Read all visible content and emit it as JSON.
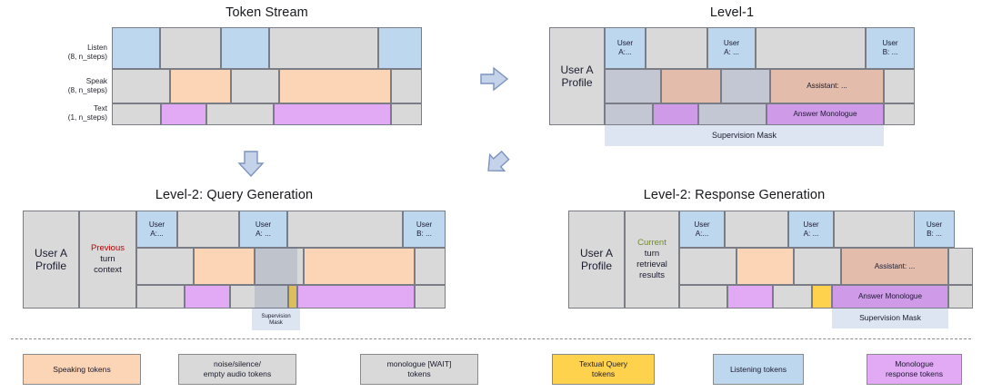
{
  "panels": {
    "token_stream": {
      "title": "Token Stream",
      "rows": [
        {
          "label_line1": "Listen",
          "label_line2": "(8, n_steps)"
        },
        {
          "label_line1": "Speak",
          "label_line2": "(8, n_steps)"
        },
        {
          "label_line1": "Text",
          "label_line2": "(1, n_steps)"
        }
      ],
      "listen_segments": [
        {
          "kind": "listening",
          "text": ""
        },
        {
          "kind": "noise",
          "text": ""
        },
        {
          "kind": "listening",
          "text": ""
        },
        {
          "kind": "noise",
          "text": ""
        },
        {
          "kind": "listening",
          "text": ""
        }
      ],
      "speak_segments": [
        {
          "kind": "noise",
          "text": ""
        },
        {
          "kind": "speaking",
          "text": ""
        },
        {
          "kind": "noise",
          "text": ""
        },
        {
          "kind": "speaking",
          "text": ""
        },
        {
          "kind": "noise",
          "text": ""
        }
      ],
      "text_segments": [
        {
          "kind": "wait",
          "text": ""
        },
        {
          "kind": "monologue",
          "text": ""
        },
        {
          "kind": "wait",
          "text": ""
        },
        {
          "kind": "monologue",
          "text": ""
        },
        {
          "kind": "wait",
          "text": ""
        }
      ]
    },
    "level1": {
      "title": "Level-1",
      "profile_label": "User A\nProfile",
      "listen_segments": [
        {
          "kind": "listening",
          "text": "User\nA:..."
        },
        {
          "kind": "noise",
          "text": ""
        },
        {
          "kind": "listening",
          "text": "User\nA: ..."
        },
        {
          "kind": "noise",
          "text": ""
        },
        {
          "kind": "listening",
          "text": "User\nB: ..."
        }
      ],
      "speak_segments": [
        {
          "kind": "noise-mask",
          "text": ""
        },
        {
          "kind": "speaking-mask",
          "text": ""
        },
        {
          "kind": "noise-mask",
          "text": ""
        },
        {
          "kind": "speaking-mask",
          "text": "Assistant: ..."
        },
        {
          "kind": "noise",
          "text": ""
        }
      ],
      "text_segments": [
        {
          "kind": "wait-mask",
          "text": ""
        },
        {
          "kind": "monologue-mask",
          "text": ""
        },
        {
          "kind": "wait-mask",
          "text": ""
        },
        {
          "kind": "monologue-mask",
          "text": "Answer Monologue"
        },
        {
          "kind": "wait",
          "text": ""
        }
      ],
      "mask_label": "Supervision Mask"
    },
    "level2_query": {
      "title": "Level-2: Query Generation",
      "profile_label": "User A\nProfile",
      "context_label_highlight": "Previous",
      "context_label_rest": "turn\ncontext",
      "listen_segments": [
        {
          "kind": "listening",
          "text": "User\nA:..."
        },
        {
          "kind": "noise",
          "text": ""
        },
        {
          "kind": "listening",
          "text": "User\nA: ..."
        },
        {
          "kind": "noise",
          "text": ""
        },
        {
          "kind": "listening",
          "text": "User\nB: ..."
        }
      ],
      "speak_segments": [
        {
          "kind": "noise",
          "text": ""
        },
        {
          "kind": "speaking",
          "text": ""
        },
        {
          "kind": "noise-mask",
          "text": ""
        },
        {
          "kind": "speaking",
          "text": ""
        },
        {
          "kind": "noise",
          "text": ""
        }
      ],
      "text_segments": [
        {
          "kind": "wait",
          "text": ""
        },
        {
          "kind": "monologue",
          "text": ""
        },
        {
          "kind": "wait",
          "text": ""
        },
        {
          "kind": "wait-mask",
          "text": ""
        },
        {
          "kind": "query",
          "text": ""
        },
        {
          "kind": "monologue",
          "text": ""
        },
        {
          "kind": "wait",
          "text": ""
        }
      ],
      "mask_label": "Supervision\nMask"
    },
    "level2_response": {
      "title": "Level-2: Response Generation",
      "profile_label": "User A\nProfile",
      "context_label_highlight": "Current",
      "context_label_rest": "turn\nretrieval\nresults",
      "listen_segments": [
        {
          "kind": "listening",
          "text": "User\nA:..."
        },
        {
          "kind": "noise",
          "text": ""
        },
        {
          "kind": "listening",
          "text": "User\nA: ..."
        },
        {
          "kind": "noise",
          "text": ""
        },
        {
          "kind": "listening",
          "text": "User\nB: ..."
        }
      ],
      "speak_segments": [
        {
          "kind": "noise",
          "text": ""
        },
        {
          "kind": "speaking",
          "text": ""
        },
        {
          "kind": "noise",
          "text": ""
        },
        {
          "kind": "speaking-mask",
          "text": "Assistant: ..."
        },
        {
          "kind": "noise",
          "text": ""
        }
      ],
      "text_segments": [
        {
          "kind": "wait",
          "text": ""
        },
        {
          "kind": "monologue",
          "text": ""
        },
        {
          "kind": "wait",
          "text": ""
        },
        {
          "kind": "query",
          "text": ""
        },
        {
          "kind": "monologue-mask",
          "text": "Answer Monologue"
        },
        {
          "kind": "wait",
          "text": ""
        }
      ],
      "mask_label": "Supervision Mask"
    }
  },
  "arrows": {
    "token_to_level1": "right-arrow",
    "token_to_query": "down-arrow",
    "level1_to_response": "down-left-arrow"
  },
  "legend": {
    "items": [
      {
        "label": "Speaking tokens",
        "color": "#fbd5b5"
      },
      {
        "label": "noise/silence/\nempty audio tokens",
        "color": "#d9d9d9"
      },
      {
        "label": "monologue [WAIT]\ntokens",
        "color": "#d9d9d9"
      },
      {
        "label": "Textual Query\ntokens",
        "color": "#ffd24d"
      },
      {
        "label": "Listening tokens",
        "color": "#bdd7ee"
      },
      {
        "label": "Monologue\nresponse tokens",
        "color": "#e2a9f5"
      }
    ]
  },
  "colors": {
    "grey": "#d9d9d9",
    "blue": "#bdd7ee",
    "orange": "#fbd5b5",
    "purple": "#e2a9f5",
    "yellow": "#ffd24d",
    "mask_overlay": "#dde5f2",
    "border": "#7a7d85",
    "previous_highlight": "#c00000",
    "current_highlight": "#6f8a2a"
  }
}
